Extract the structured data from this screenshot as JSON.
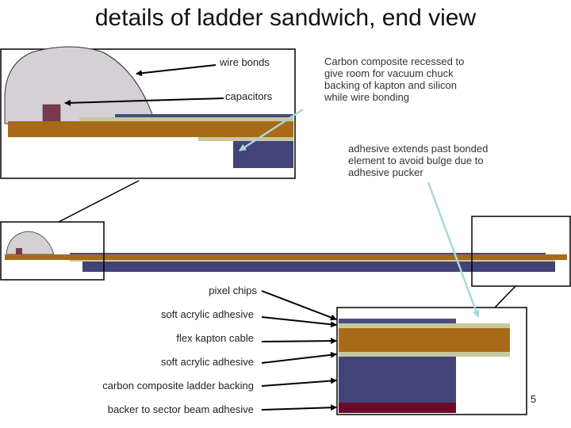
{
  "title": "details of ladder sandwich, end view",
  "labels": {
    "wire_bonds": "wire bonds",
    "capacitors": "capacitors",
    "pixel_chips": "pixel chips",
    "soft_acrylic_adhesive_1": "soft acrylic adhesive",
    "flex_kapton_cable": "flex kapton cable",
    "soft_acrylic_adhesive_2": "soft acrylic adhesive",
    "carbon_composite_ladder_backing": "carbon composite ladder backing",
    "backer_to_sector_beam_adhesive": "backer to sector beam adhesive"
  },
  "notes": {
    "carbon_recess": "Carbon composite recessed to give room for vacuum chuck backing of kapton and silicon while wire bonding",
    "adhesive_extends": "adhesive extends past bonded element to avoid bulge due to adhesive pucker"
  },
  "slide_number": "5",
  "colors": {
    "pixel_chip": "#4a4a80",
    "adhesive": "#c8c89a",
    "kapton": "#a86a18",
    "carbon": "#434378",
    "sector_adhesive": "#6a0a2a",
    "dome": "#d4d0d6",
    "capacitor": "#7a3a4e",
    "arrow_black": "#000000",
    "arrow_cyan": "#a8d8dc"
  }
}
